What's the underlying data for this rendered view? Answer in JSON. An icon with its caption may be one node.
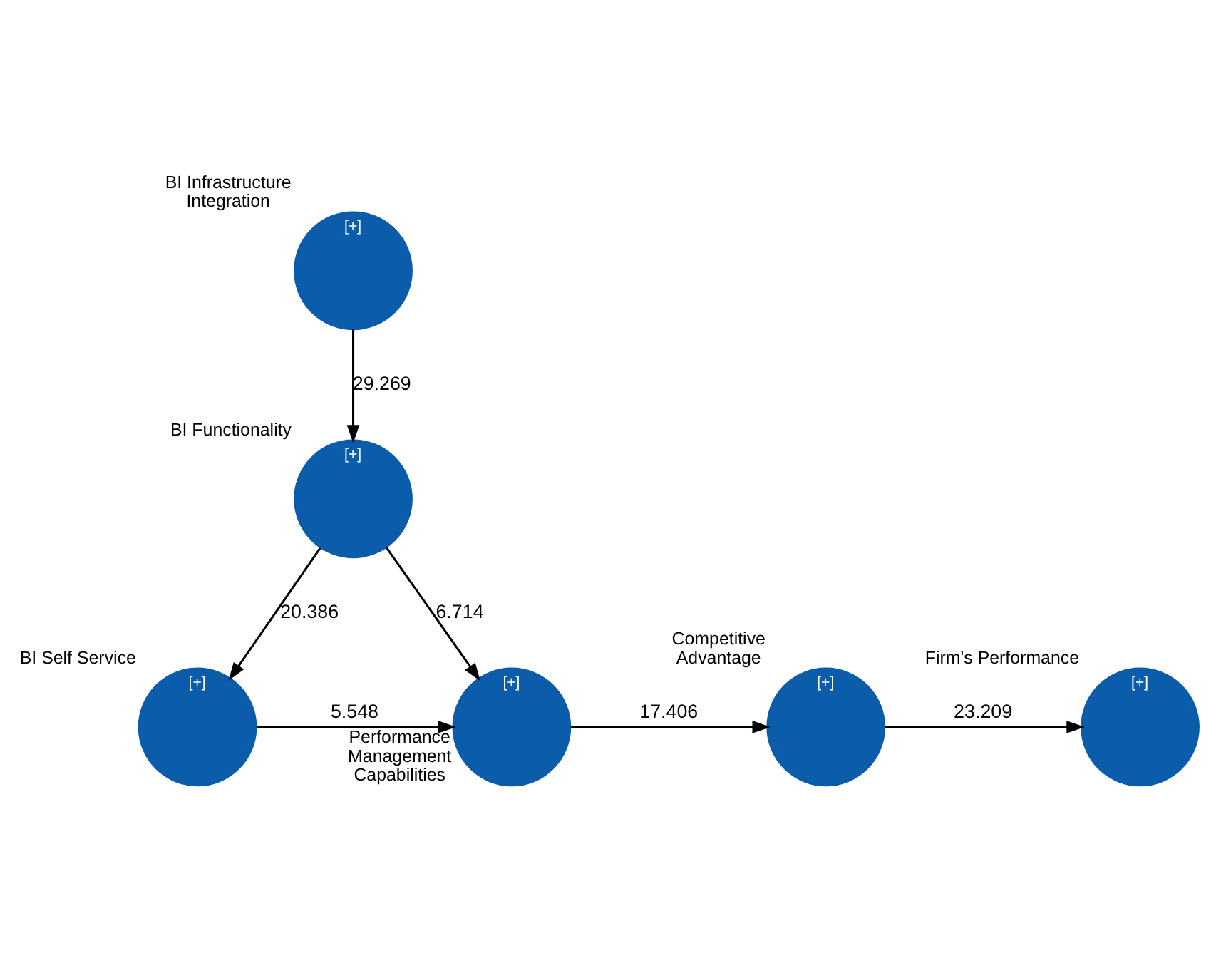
{
  "diagram": {
    "nodes": [
      {
        "text": [
          "[+]",
          "BI Infrastructure Integration"
        ]
      },
      {
        "text": [
          "[+]",
          "BI Functionality"
        ]
      },
      {
        "text": [
          "[+]",
          "BI Self Service"
        ]
      },
      {
        "text": [
          "[+]",
          "Performance Management Capabilities"
        ]
      },
      {
        "text": [
          "[+]",
          "Competitive Advantage"
        ]
      },
      {
        "text": [
          "[+]",
          "Firm's Performance"
        ]
      }
    ],
    "edges": [
      {
        "from": 0,
        "to": 1,
        "arrow": "to",
        "label": "29.269"
      },
      {
        "from": 1,
        "to": 2,
        "arrow": "to",
        "label": "20.386"
      },
      {
        "from": 1,
        "to": 3,
        "arrow": "to",
        "label": "6.714"
      },
      {
        "from": 2,
        "to": 3,
        "arrow": "to",
        "label": "5.548"
      },
      {
        "from": 3,
        "to": 4,
        "arrow": "to",
        "label": "17.406"
      },
      {
        "from": 4,
        "to": 5,
        "arrow": "to",
        "label": "23.209"
      }
    ]
  }
}
